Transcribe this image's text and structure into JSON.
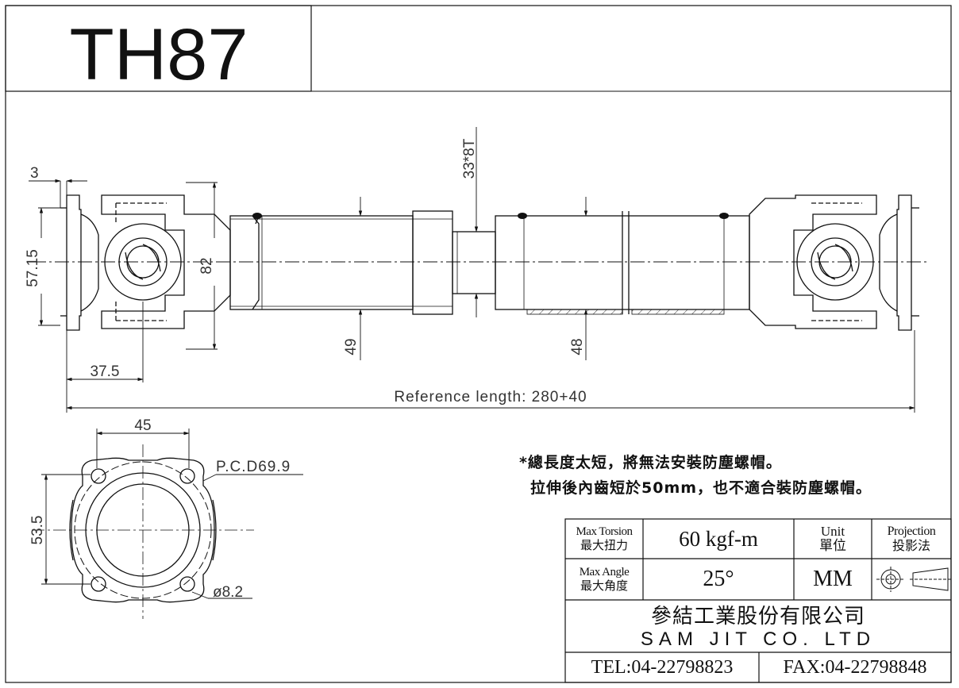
{
  "title": "TH87",
  "dimensions": {
    "flange_thickness": "3",
    "flange_height": "57.15",
    "yoke_width": "82",
    "tooth_spec": "33*8T",
    "tube_dia_left": "49",
    "tube_dia_right": "48",
    "flange_offset": "37.5",
    "reference_length": "Reference length: 280+40",
    "bolt_spacing_h": "45",
    "bolt_spacing_v": "53.5",
    "pcd": "P.C.D69.9",
    "hole_dia": "ø8.2"
  },
  "notes": {
    "line1": "*總長度太短，將無法安裝防塵螺帽。",
    "line2": "拉伸後內齒短於50mm，也不適合裝防塵螺帽。"
  },
  "title_block": {
    "max_torsion_en": "Max Torsion",
    "max_torsion_zh": "最大扭力",
    "max_torsion_value": "60 kgf-m",
    "unit_en": "Unit",
    "unit_zh": "單位",
    "projection_en": "Projection",
    "projection_zh": "投影法",
    "max_angle_en": "Max Angle",
    "max_angle_zh": "最大角度",
    "max_angle_value": "25°",
    "unit_value": "MM",
    "company_zh": "參結工業股份有限公司",
    "company_en": "SAM JIT CO. LTD",
    "tel": "TEL:04-22798823",
    "fax": "FAX:04-22798848"
  }
}
